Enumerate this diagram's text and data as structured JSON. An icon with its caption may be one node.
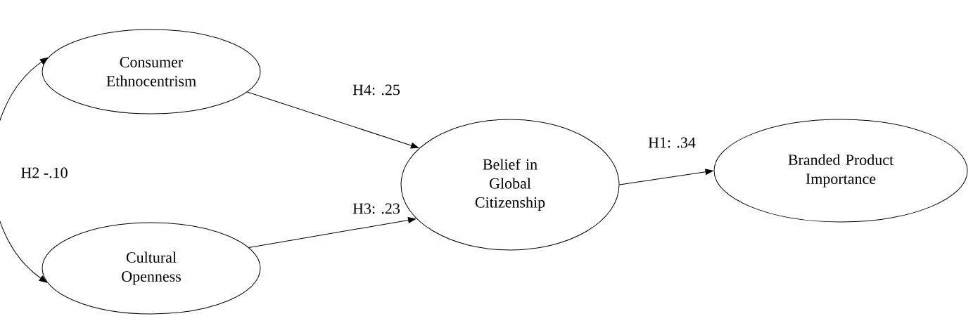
{
  "diagram": {
    "nodes": [
      {
        "text": [
          "Consumer Ethnocentrism"
        ]
      },
      {
        "text": [
          "Cultural Openness"
        ]
      },
      {
        "text": [
          "Belief in Global Citizenship"
        ]
      },
      {
        "text": [
          "Branded Product Importance"
        ]
      }
    ],
    "edges": [
      {
        "from": 0,
        "to": 2,
        "arrow": "to",
        "label": "H4: .25"
      },
      {
        "from": 1,
        "to": 2,
        "arrow": "to",
        "label": "H3: .23"
      },
      {
        "from": 2,
        "to": 3,
        "arrow": "to",
        "label": "H1: .34"
      },
      {
        "from": 0,
        "to": 1,
        "arrow": "both",
        "label": "H2 -.10"
      }
    ]
  }
}
